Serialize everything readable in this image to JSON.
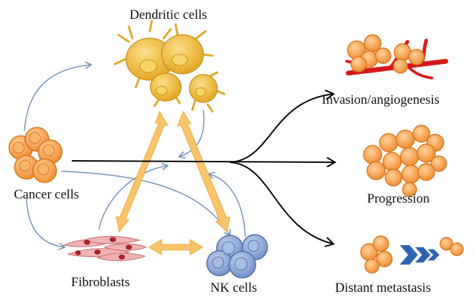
{
  "labels": {
    "dendritic_cells": "Dendritic cells",
    "cancer_cells": "Cancer cells",
    "fibroblasts": "Fibroblasts",
    "nk_cells": "NK cells",
    "invasion": "Invasion/angiogenesis",
    "progression": "Progression",
    "distant_metastasis": "Distant metastasis"
  },
  "colors": {
    "cancer_fill": "#f5a04a",
    "cancer_stroke": "#d9741f",
    "dendritic_fill": "#f2c23a",
    "dendritic_stroke": "#c9951c",
    "nk_fill": "#8fa9d8",
    "nk_stroke": "#4f6fa8",
    "fibro_fill": "#f2b3b3",
    "fibro_nucleus": "#b22222",
    "vessel": "#d7191c",
    "thin_arrow": "#6f8fb8",
    "thick_arrow": "#f9c46b",
    "black_arrow": "#000000",
    "chevron": "#2f64b3"
  },
  "icons": [
    "cancer-cell-cluster-icon",
    "dendritic-cells-icon",
    "fibroblasts-icon",
    "nk-cells-icon",
    "tumor-vessel-icon",
    "tumor-mass-icon",
    "metastasis-chevrons-icon"
  ]
}
